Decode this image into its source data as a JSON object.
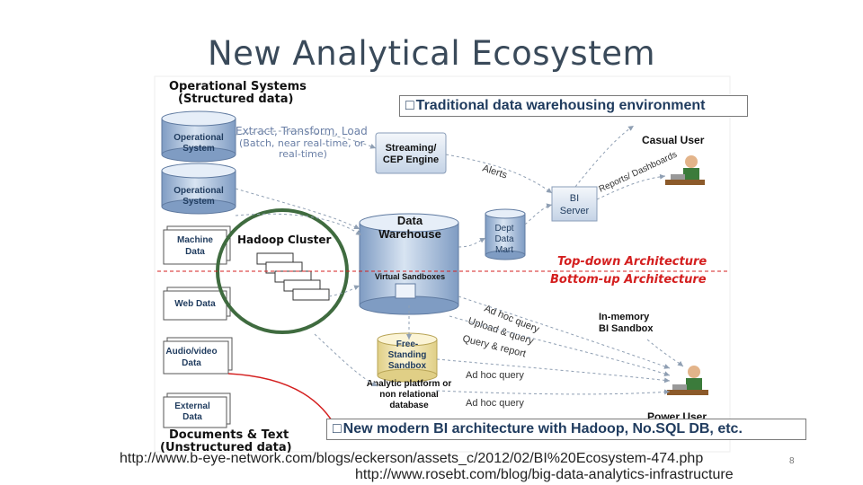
{
  "slide": {
    "title": "New Analytical Ecosystem",
    "callout_top": "Traditional data warehousing environment",
    "callout_bottom": "New modern BI architecture with Hadoop, No.SQL DB, etc.",
    "bullet_glyph": "□",
    "sources": [
      "http://www.b-eye-network.com/blogs/eckerson/assets_c/2012/02/BI%20Ecosystem-474.php",
      "http://www.rosebt.com/blog/big-data-analytics-infrastructure"
    ],
    "page_number": "8"
  },
  "diagram": {
    "operational_header": [
      "Operational Systems",
      "(Structured data)"
    ],
    "unstructured_header": [
      "Documents & Text",
      "(Unstructured data)"
    ],
    "operational_system": [
      "Operational",
      "System"
    ],
    "etl": [
      "Extract, Transform, Load",
      "(Batch, near real-time, or",
      "real-time)"
    ],
    "streaming": [
      "Streaming/",
      "CEP Engine"
    ],
    "alerts": "Alerts",
    "casual_user": "Casual User",
    "reports": "Reports/ Dashboards",
    "bi_server": [
      "BI",
      "Server"
    ],
    "data_warehouse": [
      "Data",
      "Warehouse"
    ],
    "virtual_sandboxes": "Virtual Sandboxes",
    "dept_data_mart": [
      "Dept",
      "Data",
      "Mart"
    ],
    "hadoop_cluster": "Hadoop Cluster",
    "machine_data": [
      "Machine",
      "Data"
    ],
    "web_data": "Web Data",
    "audio_video": [
      "Audio/video",
      "Data"
    ],
    "external_data": [
      "External",
      "Data"
    ],
    "top_down": "Top-down Architecture",
    "bottom_up": "Bottom-up Architecture",
    "in_memory": [
      "In-memory",
      "BI Sandbox"
    ],
    "ad_hoc_query": "Ad hoc query",
    "upload_query": "Upload & query",
    "query_report": "Query & report",
    "free_standing": [
      "Free-",
      "Standing",
      "Sandbox"
    ],
    "analytic_platform": [
      "Analytic platform or",
      "non relational",
      "database"
    ],
    "power_user": "Power User",
    "colors": {
      "title": "#3a4a5a",
      "node_blue": "#9eb7d6",
      "node_dark": "#1f3b5e",
      "etl_text": "#6a7fa6",
      "red": "#d41f1f",
      "green_ring": "#3f6b3f",
      "arrow_gray": "#8f9fb3",
      "yellow_node": "#f2e6b8"
    }
  }
}
